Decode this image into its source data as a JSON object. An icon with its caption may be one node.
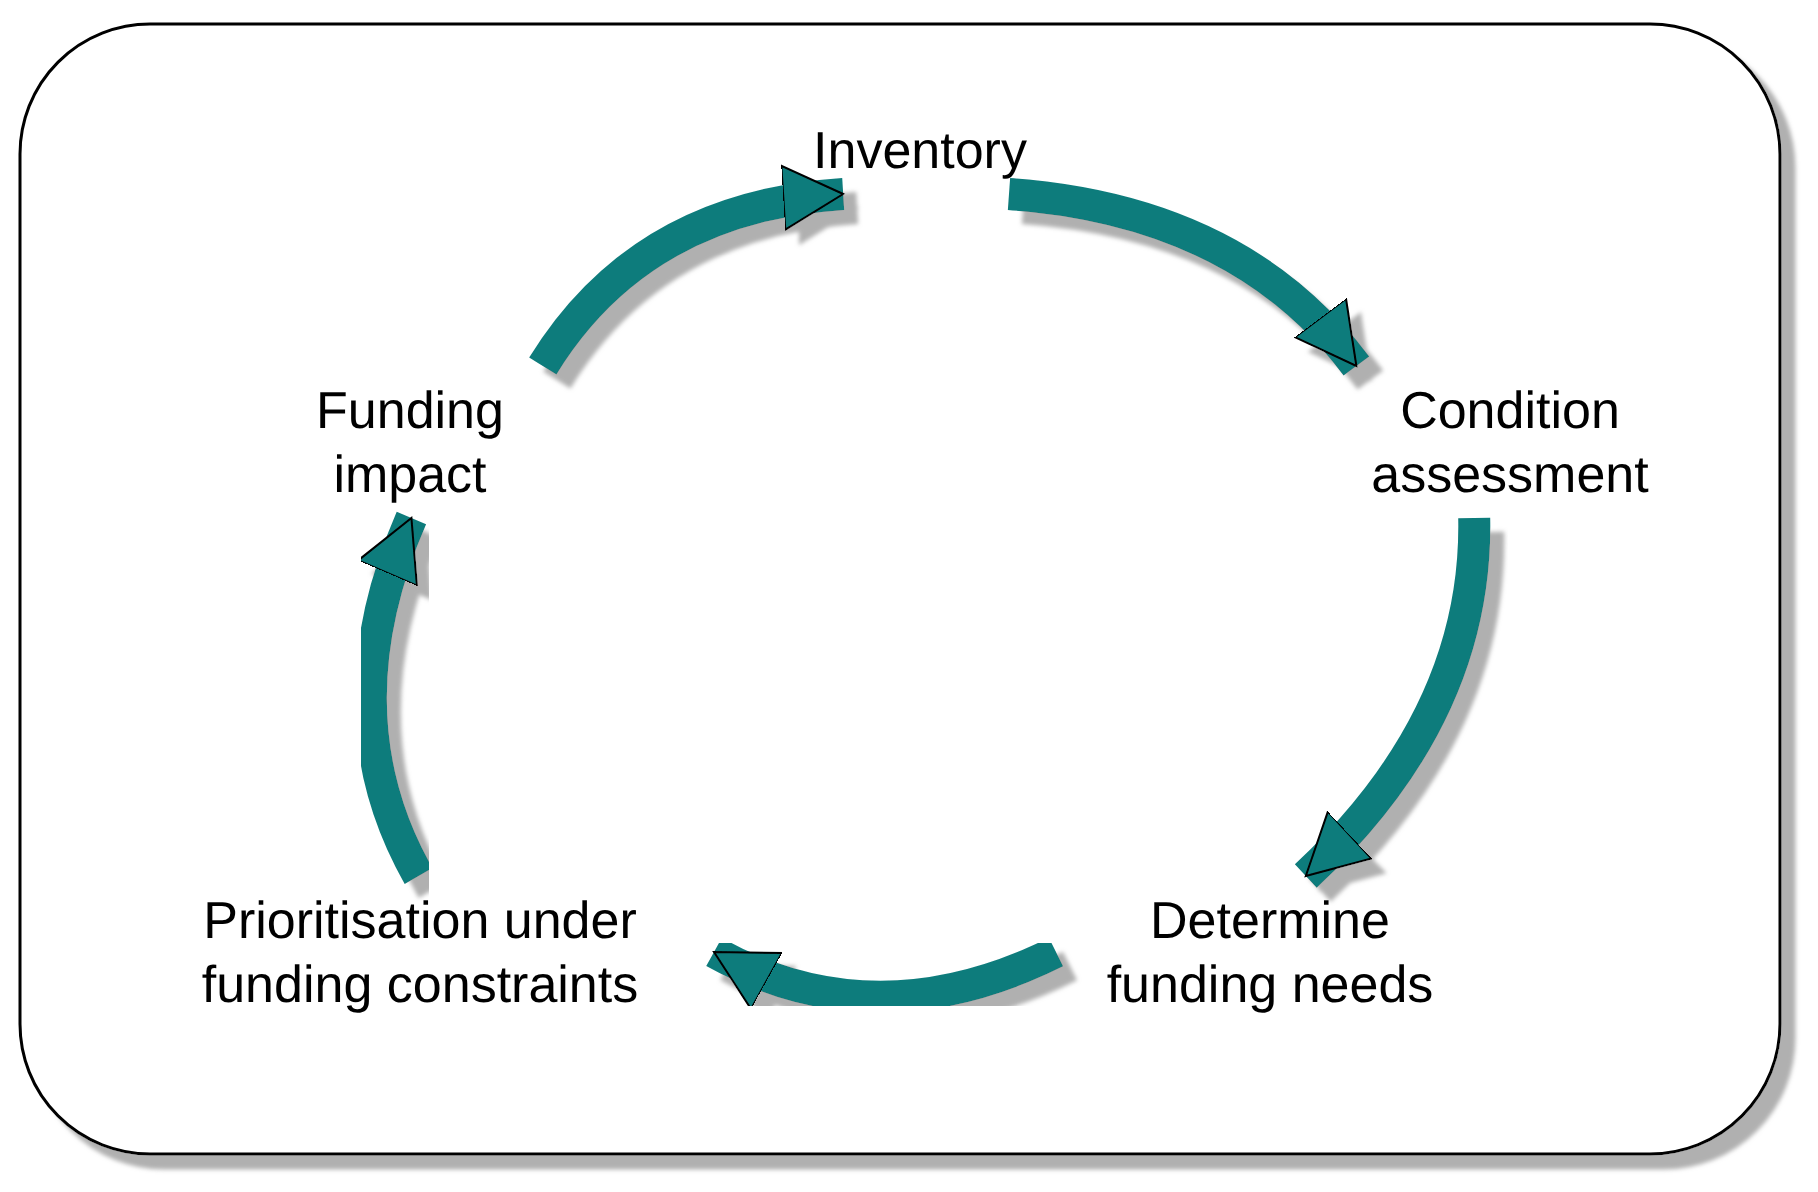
{
  "diagram": {
    "nodes": [
      {
        "text": [
          "Inventory"
        ]
      },
      {
        "text": [
          "Condition assessment"
        ]
      },
      {
        "text": [
          "Determine funding needs"
        ]
      },
      {
        "text": [
          "Prioritisation under funding constraints"
        ]
      },
      {
        "text": [
          "Funding impact"
        ]
      }
    ],
    "edges": [
      {
        "from": 0,
        "to": 1,
        "arrow": "to"
      },
      {
        "from": 1,
        "to": 2,
        "arrow": "to"
      },
      {
        "from": 2,
        "to": 3,
        "arrow": "to"
      },
      {
        "from": 3,
        "to": 4,
        "arrow": "to"
      },
      {
        "from": 4,
        "to": 0,
        "arrow": "to"
      }
    ]
  }
}
